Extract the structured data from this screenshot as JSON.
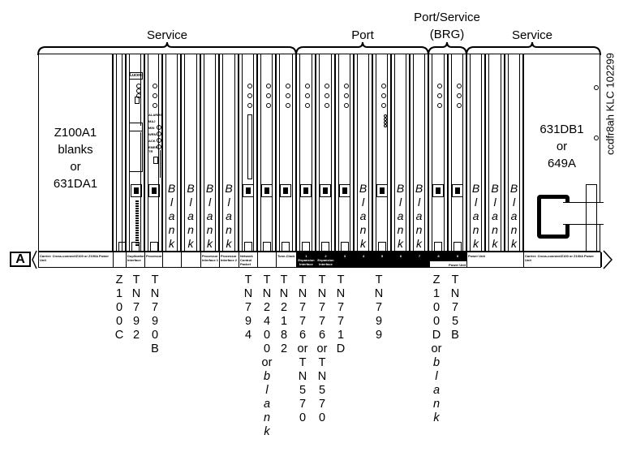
{
  "braces": [
    {
      "label": "Service"
    },
    {
      "label": "Port"
    },
    {
      "label": "Port/Service\n(BRG)"
    },
    {
      "label": "Service"
    }
  ],
  "left_panel": {
    "lines": [
      "Z100A1",
      "blanks",
      "or",
      "631DA1"
    ]
  },
  "right_panel": {
    "lines": [
      "631DB1",
      "or",
      "649A"
    ]
  },
  "blank_letters": [
    "B",
    "l",
    "a",
    "n",
    "k"
  ],
  "lucent_label": "Lucent",
  "alarm_labels": [
    "ALARMS",
    "MAJ",
    "MIN",
    "WRN",
    "ACK",
    "EMER TR"
  ],
  "figure_id": "ccdfr8ah KLC 102299",
  "carrier_letter": "A",
  "strip_cells": [
    "Carrier: Cross-connect/Z100 or Z100A      Power Unit",
    "",
    "Duplication Interface",
    "Processor",
    "",
    "",
    "Processor Interface 1",
    "Processor Interface 2",
    "Network Control Packet Interface",
    "",
    "Tone-Clock",
    "1 Expansion Interface",
    "2 Expansion Interface",
    "3",
    "4",
    "5",
    "6",
    "7",
    "8",
    "9",
    "Power Unit",
    "",
    "Carrier: Cross-connect/Z100 or Z100A      Power Unit"
  ],
  "slot_labels": [
    {
      "lines": [
        "Z",
        "1",
        "0",
        "0",
        "C"
      ],
      "italic": []
    },
    {
      "lines": [
        "T",
        "N",
        "7",
        "9",
        "2"
      ],
      "italic": []
    },
    {
      "lines": [
        "T",
        "N",
        "7",
        "9",
        "0",
        "B"
      ],
      "italic": []
    },
    {
      "lines": [
        "T",
        "N",
        "7",
        "9",
        "4"
      ],
      "italic": []
    },
    {
      "lines": [
        "T",
        "N",
        "2",
        "4",
        "0",
        "0",
        "or",
        "b",
        "l",
        "a",
        "n",
        "k"
      ],
      "italic": [
        7,
        8,
        9,
        10,
        11
      ]
    },
    {
      "lines": [
        "T",
        "N",
        "2",
        "1",
        "8",
        "2"
      ],
      "italic": []
    },
    {
      "lines": [
        "T",
        "N",
        "7",
        "7",
        "6",
        "or",
        "T",
        "N",
        "5",
        "7",
        "0"
      ],
      "italic": []
    },
    {
      "lines": [
        "T",
        "N",
        "7",
        "7",
        "6",
        "or",
        "T",
        "N",
        "5",
        "7",
        "0"
      ],
      "italic": []
    },
    {
      "lines": [
        "T",
        "N",
        "7",
        "7",
        "1",
        "D"
      ],
      "italic": []
    },
    {
      "lines": [
        "T",
        "N",
        "7",
        "9",
        "9"
      ],
      "italic": []
    },
    {
      "lines": [
        "Z",
        "1",
        "0",
        "0",
        "D",
        "or",
        "b",
        "l",
        "a",
        "n",
        "k"
      ],
      "italic": [
        6,
        7,
        8,
        9,
        10
      ]
    },
    {
      "lines": [
        "T",
        "N",
        "7",
        "5",
        "B"
      ],
      "italic": []
    }
  ]
}
